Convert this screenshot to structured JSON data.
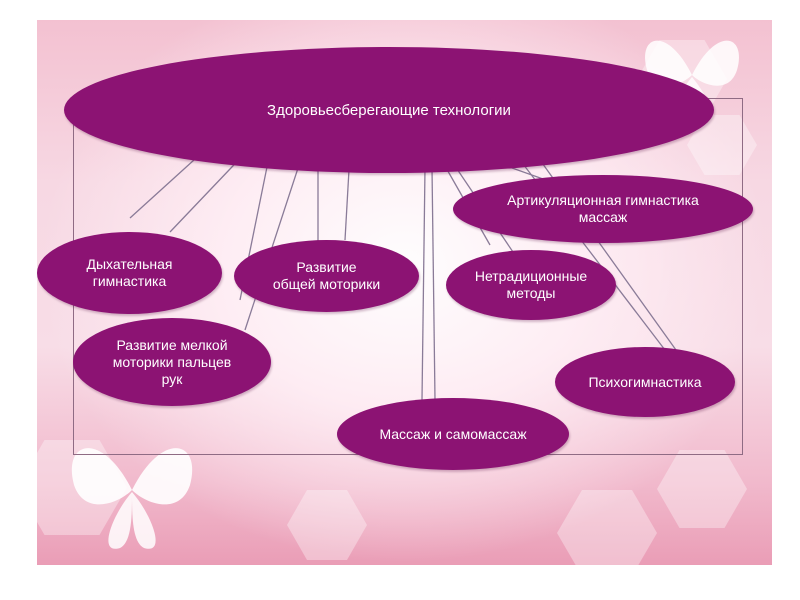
{
  "colors": {
    "node_fill": "#8c1373",
    "node_text": "#ffffff",
    "connector_line": "#8a7b98",
    "frame_border": "#8f6b84",
    "background_pink": "#f3c1d1"
  },
  "diagram": {
    "root": {
      "label": "Здоровьесберегающие технологии"
    },
    "nodes": {
      "dyhatelnaya": {
        "line1": "Дыхательная",
        "line2": "гимнастика"
      },
      "obshaya_motorika": {
        "line1": "Развитие",
        "line2": "общей моторики"
      },
      "artikulyacionnaya": {
        "line1": "Артикуляционная гимнастика",
        "line2": "массаж"
      },
      "netradicionnye": {
        "line1": "Нетрадиционные",
        "line2": "методы"
      },
      "melkaya_motorika": {
        "line1": "Развитие мелкой",
        "line2": "моторики пальцев",
        "line3": "рук"
      },
      "psihogimnastika": {
        "label": "Психогимнастика"
      },
      "massazh": {
        "label": "Массаж и самомассаж"
      }
    }
  },
  "decorations": [
    "butterfly-icon",
    "butterfly-icon",
    "hexagon-pattern"
  ]
}
